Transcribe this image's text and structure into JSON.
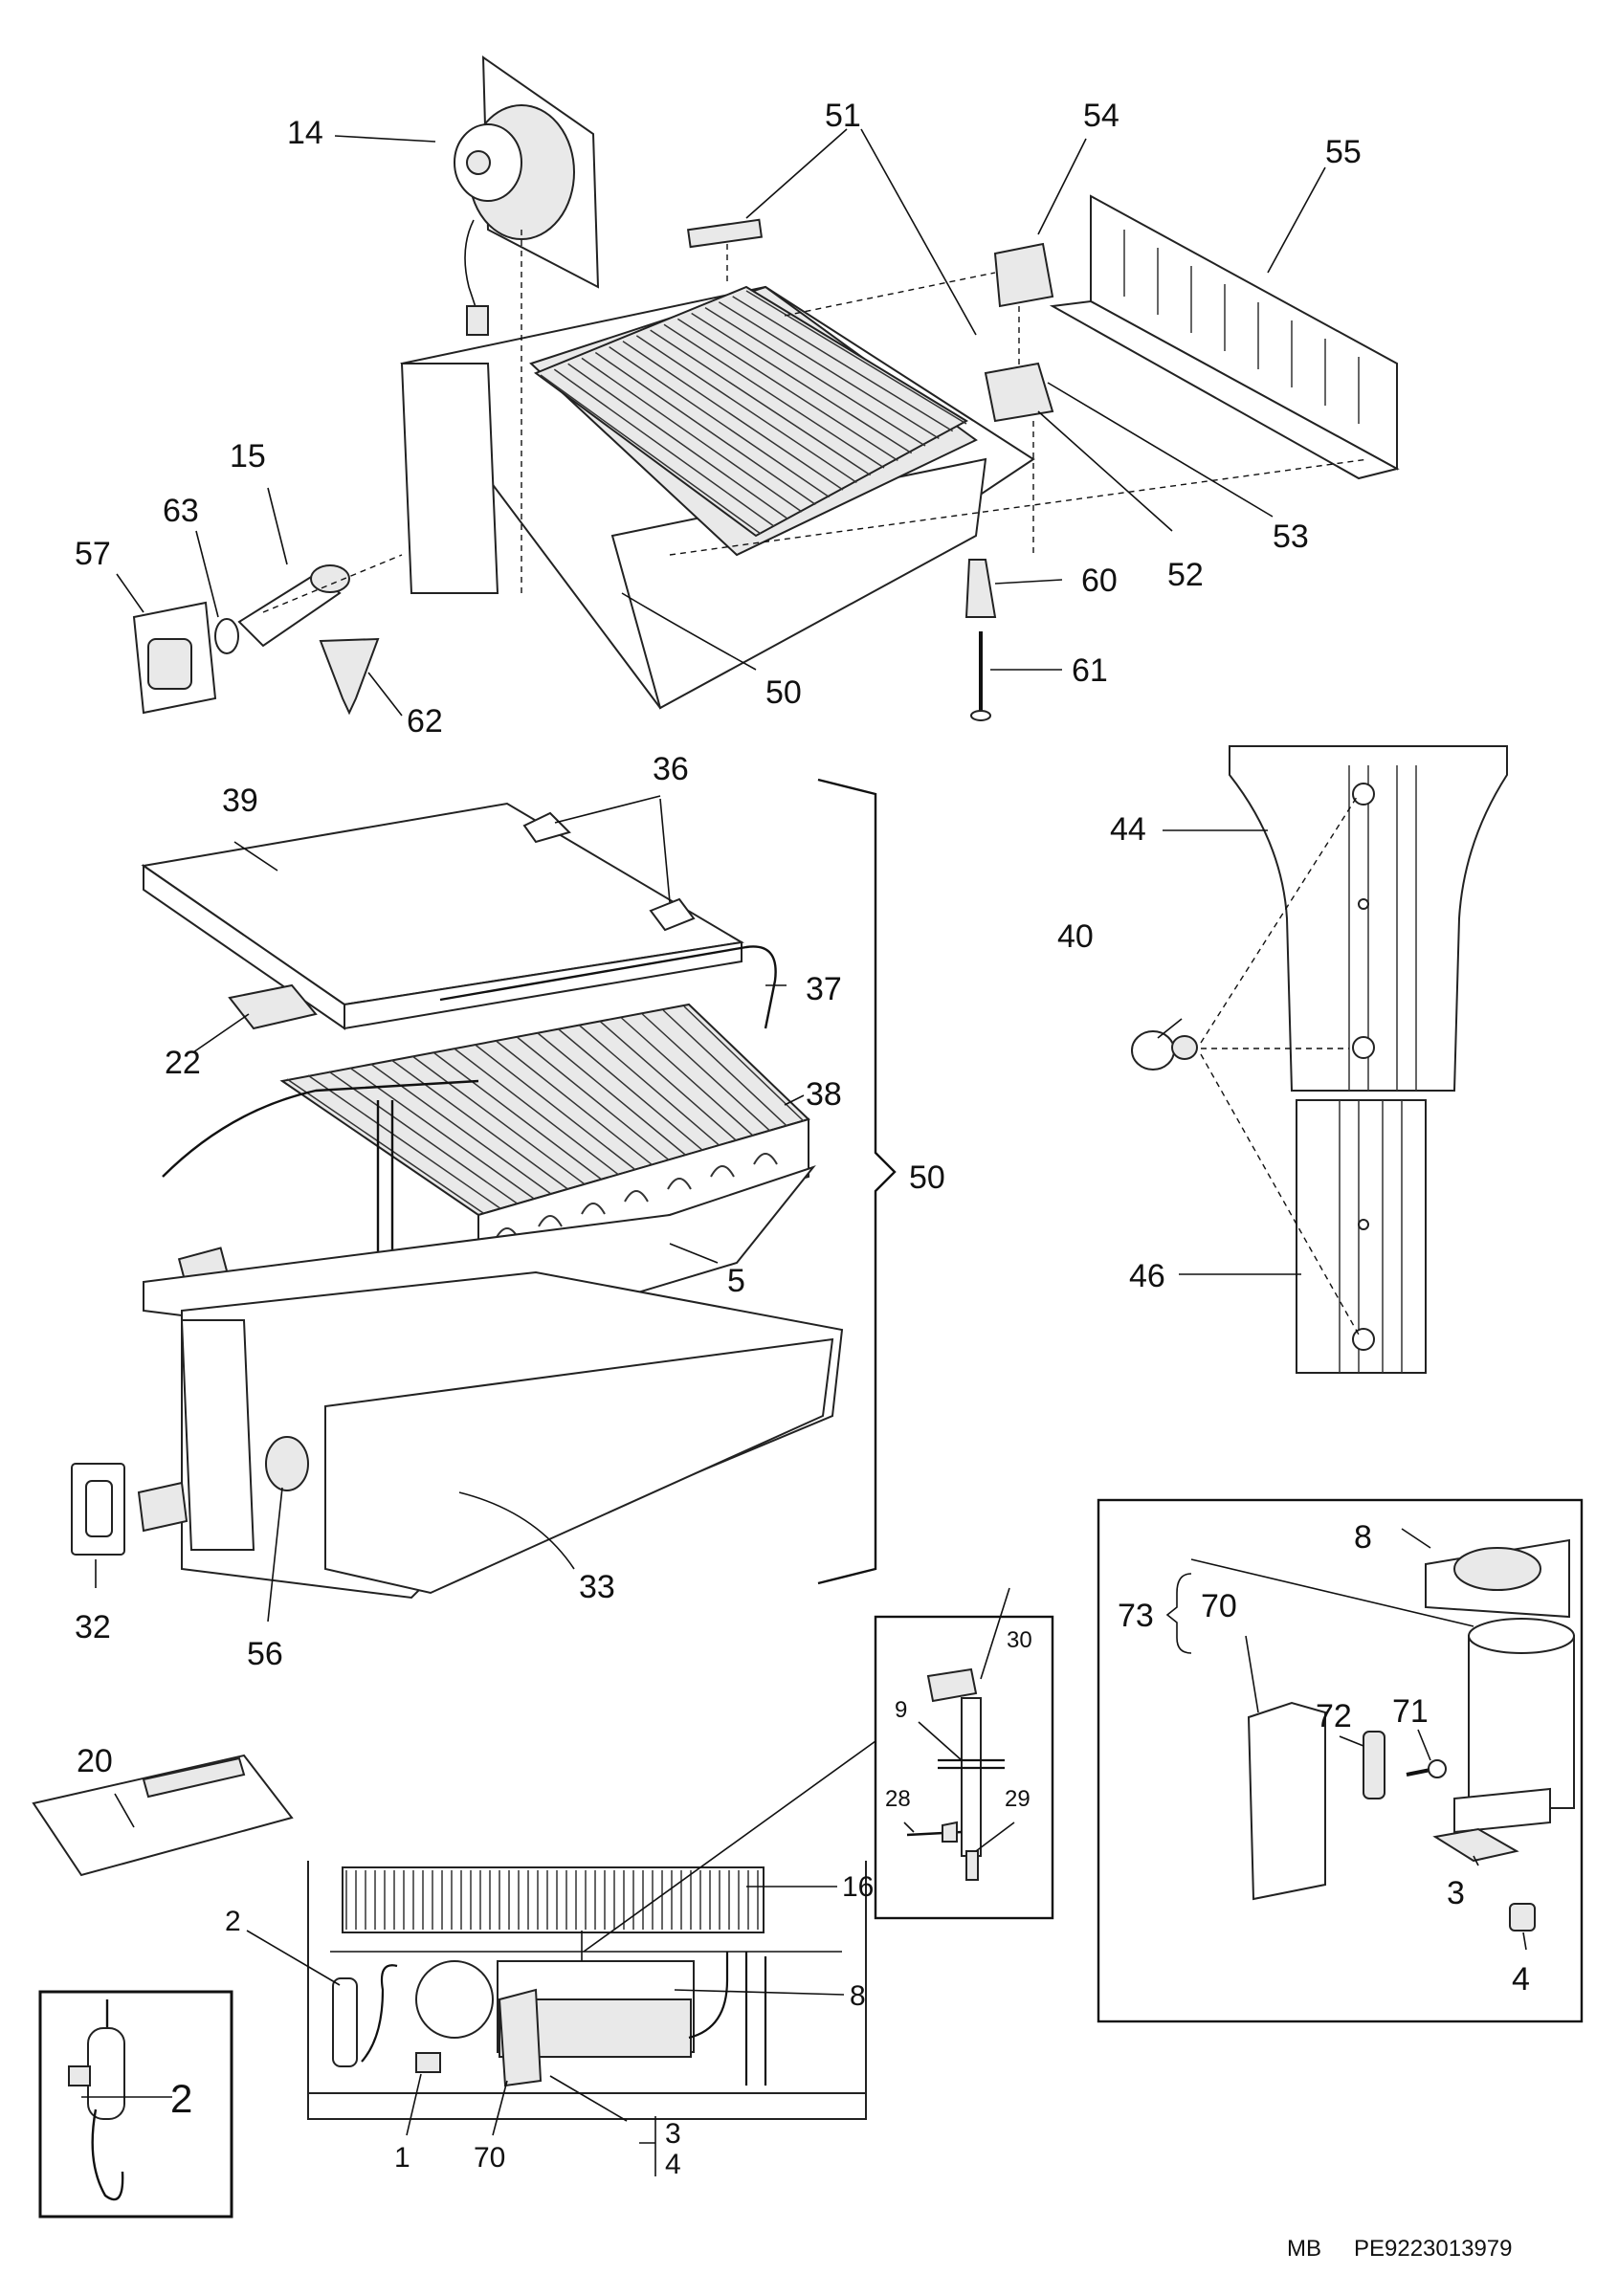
{
  "callouts": {
    "top": [
      "14",
      "51",
      "54",
      "55",
      "15",
      "63",
      "57",
      "53",
      "52",
      "60",
      "50",
      "61",
      "62"
    ],
    "evap": [
      "39",
      "36",
      "37",
      "22",
      "38",
      "50",
      "5",
      "33",
      "32",
      "56"
    ],
    "right": [
      "44",
      "40",
      "46"
    ],
    "compressor": [
      "8",
      "73",
      "70",
      "71",
      "72",
      "3",
      "4"
    ],
    "valve": [
      "30",
      "9",
      "28",
      "29"
    ],
    "bottom": [
      "20",
      "16",
      "2",
      "8",
      "1",
      "70",
      "3",
      "4"
    ],
    "inset": [
      "2"
    ]
  },
  "footer": {
    "code": "MB",
    "part_number": "PE9223013979"
  }
}
